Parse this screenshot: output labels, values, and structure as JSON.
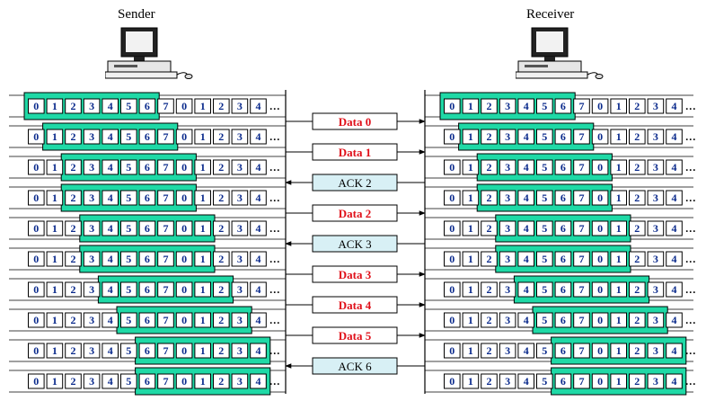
{
  "sender_title": "Sender",
  "receiver_title": "Receiver",
  "ellipsis": "…",
  "colors": {
    "window_fill": "#1FD9A6",
    "cell_fill": "#FFFFFF",
    "cell_text": "#0A2A8C",
    "data_label": "#E0101A",
    "ack_fill": "#D8F0F5",
    "ack_text": "#000000",
    "line": "#000000"
  },
  "sequence": [
    "0",
    "1",
    "2",
    "3",
    "4",
    "5",
    "6",
    "7",
    "0",
    "1",
    "2",
    "3",
    "4"
  ],
  "rows": [
    {
      "sender_window_start": 0,
      "receiver_window_start": 0,
      "message": {
        "label": "Data 0",
        "kind": "data",
        "direction": "to_receiver"
      }
    },
    {
      "sender_window_start": 1,
      "receiver_window_start": 1,
      "message": {
        "label": "Data 1",
        "kind": "data",
        "direction": "to_receiver"
      }
    },
    {
      "sender_window_start": 2,
      "receiver_window_start": 2,
      "message": {
        "label": "ACK 2",
        "kind": "ack",
        "direction": "to_sender"
      }
    },
    {
      "sender_window_start": 2,
      "receiver_window_start": 2,
      "message": {
        "label": "Data 2",
        "kind": "data",
        "direction": "to_receiver"
      }
    },
    {
      "sender_window_start": 3,
      "receiver_window_start": 3,
      "message": {
        "label": "ACK 3",
        "kind": "ack",
        "direction": "to_sender"
      }
    },
    {
      "sender_window_start": 3,
      "receiver_window_start": 3,
      "message": {
        "label": "Data 3",
        "kind": "data",
        "direction": "to_receiver"
      }
    },
    {
      "sender_window_start": 4,
      "receiver_window_start": 4,
      "message": {
        "label": "Data 4",
        "kind": "data",
        "direction": "to_receiver"
      }
    },
    {
      "sender_window_start": 5,
      "receiver_window_start": 5,
      "message": {
        "label": "Data 5",
        "kind": "data",
        "direction": "to_receiver"
      }
    },
    {
      "sender_window_start": 6,
      "receiver_window_start": 6,
      "message": {
        "label": "ACK 6",
        "kind": "ack",
        "direction": "to_sender"
      }
    },
    {
      "sender_window_start": 6,
      "receiver_window_start": 6,
      "message": null
    }
  ],
  "window_size": 7
}
